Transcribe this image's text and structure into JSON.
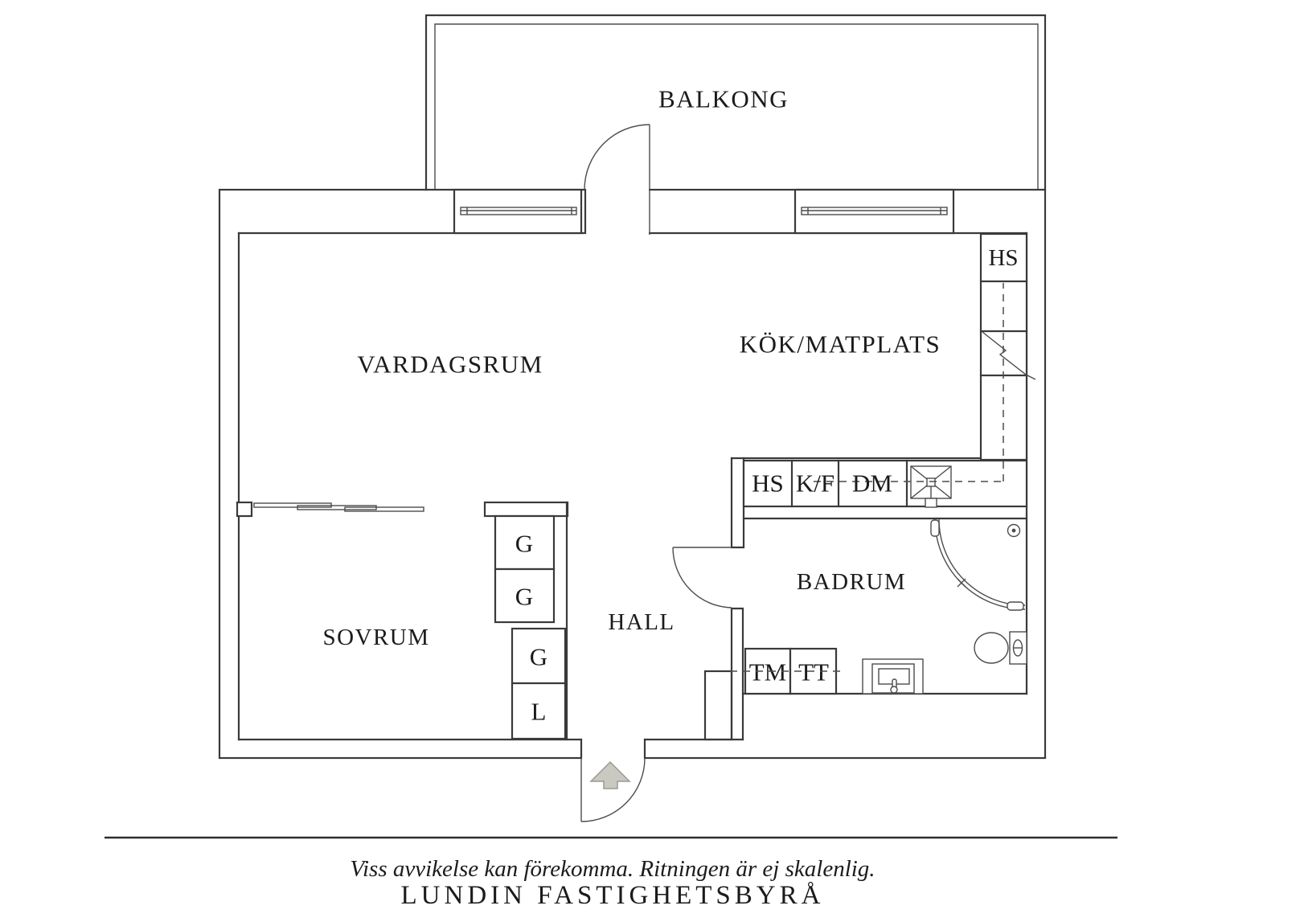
{
  "rooms": {
    "balkong": "BALKONG",
    "vardagsrum": "VARDAGSRUM",
    "kok": "KÖK/MATPLATS",
    "sovrum": "SOVRUM",
    "hall": "HALL",
    "badrum": "BADRUM"
  },
  "units": {
    "hs_tall": "HS",
    "hs": "HS",
    "kf": "K/F",
    "dm": "DM",
    "tm": "TM",
    "tt": "TT",
    "g1": "G",
    "g2": "G",
    "g3": "G",
    "l": "L"
  },
  "footer": {
    "disclaimer": "Viss avvikelse kan förekomma. Ritningen är ej skalenlig.",
    "agency": "LUNDIN FASTIGHETSBYRÅ"
  },
  "colors": {
    "wall": "#3a3a3a",
    "thin": "#4c4c4c",
    "ink": "#1b1b1b",
    "arrow-fill": "#c9c9c1",
    "arrow-stroke": "#9a9a92",
    "paper": "#ffffff"
  }
}
